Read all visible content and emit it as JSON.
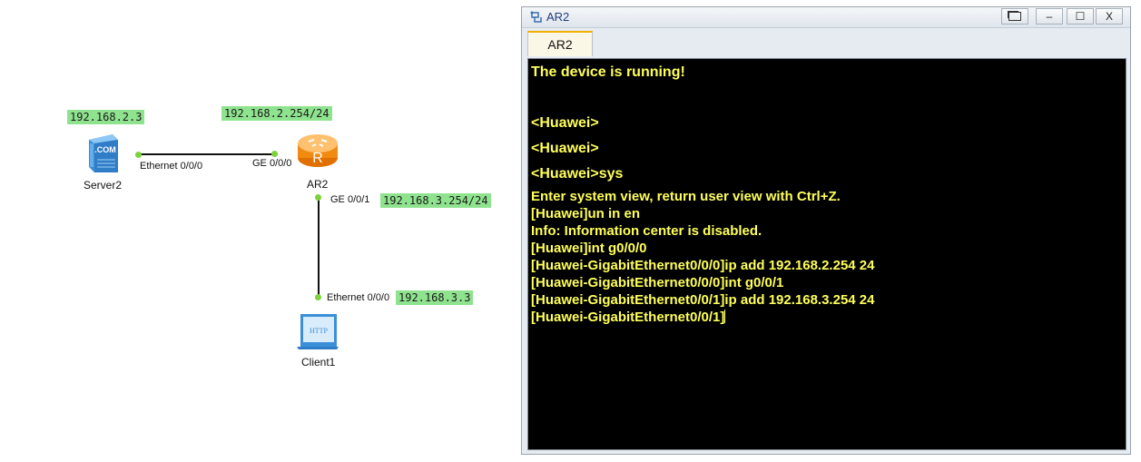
{
  "topology": {
    "devices": {
      "server": {
        "name": "Server2",
        "icon": "server-com-icon"
      },
      "router": {
        "name": "AR2",
        "icon": "router-icon"
      },
      "client": {
        "name": "Client1",
        "icon": "http-client-icon"
      }
    },
    "ips": {
      "server": "192.168.2.3",
      "router_g0": "192.168.2.254/24",
      "router_g1": "192.168.3.254/24",
      "client": "192.168.3.3"
    },
    "ports": {
      "server_eth": "Ethernet 0/0/0",
      "router_ge0": "GE 0/0/0",
      "router_ge1": "GE 0/0/1",
      "client_eth": "Ethernet 0/0/0"
    }
  },
  "window": {
    "title": "AR2",
    "buttons": {
      "restore": "restore-icon",
      "minimize": "–",
      "maximize": "☐",
      "close": "X"
    },
    "tab": "AR2"
  },
  "console": {
    "lines": [
      "The device is running!",
      "<Huawei>",
      "<Huawei>",
      "<Huawei>sys",
      "Enter system view, return user view with Ctrl+Z.",
      "[Huawei]un in en",
      "Info: Information center is disabled.",
      "[Huawei]int g0/0/0",
      "[Huawei-GigabitEthernet0/0/0]ip add 192.168.2.254 24",
      "[Huawei-GigabitEthernet0/0/0]int g0/0/1",
      "[Huawei-GigabitEthernet0/0/1]ip add 192.168.3.254 24",
      "[Huawei-GigabitEthernet0/0/1]"
    ]
  },
  "colors": {
    "console_bg": "#000000",
    "console_text": "#ffff5a",
    "ip_label_bg": "#8fe38f",
    "port_dot": "#7dd13b"
  }
}
